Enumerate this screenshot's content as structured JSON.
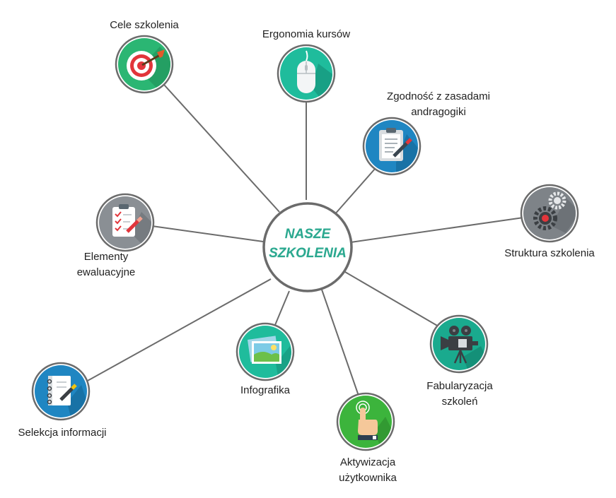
{
  "center": {
    "line1": "NASZE",
    "line2": "SZKOLENIA",
    "color": "#2aa88f"
  },
  "nodes": [
    {
      "id": "cele",
      "label_lines": [
        "Cele szkolenia"
      ],
      "icon": "target-dart-icon",
      "color": "#2bb673"
    },
    {
      "id": "ergonomia",
      "label_lines": [
        "Ergonomia kursów"
      ],
      "icon": "mouse-icon",
      "color": "#1fbc9c"
    },
    {
      "id": "zgodnosc",
      "label_lines": [
        "Zgodność z zasadami",
        "andragogiki"
      ],
      "icon": "clipboard-pen-icon",
      "color": "#1f86c2"
    },
    {
      "id": "struktura",
      "label_lines": [
        "Struktura szkolenia"
      ],
      "icon": "gears-icon",
      "color": "#7e8388"
    },
    {
      "id": "elementy",
      "label_lines": [
        "Elementy",
        "ewaluacyjne"
      ],
      "icon": "checklist-icon",
      "color": "#8a8f94"
    },
    {
      "id": "infografika",
      "label_lines": [
        "Infografika"
      ],
      "icon": "landscape-picture-icon",
      "color": "#1fbc9c"
    },
    {
      "id": "fabularyzacja",
      "label_lines": [
        "Fabularyzacja",
        "szkoleń"
      ],
      "icon": "film-camera-icon",
      "color": "#1aaa8e"
    },
    {
      "id": "selekcja",
      "label_lines": [
        "Selekcja informacji"
      ],
      "icon": "notebook-pen-icon",
      "color": "#1f86c2"
    },
    {
      "id": "aktywizacja",
      "label_lines": [
        "Aktywizacja",
        "użytkownika"
      ],
      "icon": "touch-hand-icon",
      "color": "#3cb43c"
    }
  ]
}
